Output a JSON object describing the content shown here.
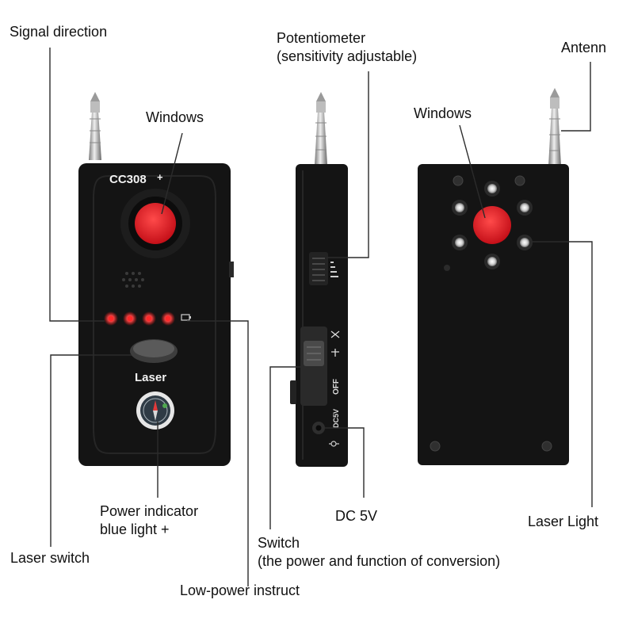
{
  "colors": {
    "device_body": "#141414",
    "device_edge": "#2a2a2a",
    "window_red": "#e8202a",
    "led_red": "#ff2a2a",
    "leader_line": "#2b2b2b"
  },
  "labels": {
    "signal_direction": "Signal direction",
    "potentiometer_line1": "Potentiometer",
    "potentiometer_line2": "(sensitivity adjustable)",
    "antenn": "Antenn",
    "windows_front": "Windows",
    "windows_back": "Windows",
    "power_indicator_line1": "Power indicator",
    "power_indicator_line2": "blue light +",
    "laser_switch": "Laser switch",
    "dc_5v": "DC 5V",
    "laser_light": "Laser Light",
    "switch_line1": "Switch",
    "switch_line2": "(the power and function of conversion)",
    "low_power": "Low-power instruct"
  },
  "device": {
    "model": "CC308",
    "model_plus": "+",
    "laser_button": "Laser",
    "side_switch_off": "OFF",
    "side_dc": "DC5V"
  },
  "icons": {
    "antenna": "antenna-icon",
    "compass": "compass-icon",
    "speaker": "speaker-grille-icon",
    "battery": "battery-icon"
  }
}
